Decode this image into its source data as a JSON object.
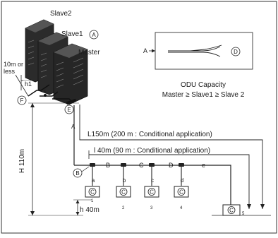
{
  "units": {
    "slave2": "Slave2",
    "slave1": "Slave1",
    "master": "Master",
    "marker": "A"
  },
  "labels": {
    "left_top": "10m or",
    "left_bottom": "less",
    "h1": "h1",
    "h_label": "H 110m",
    "h_small": "h 40m"
  },
  "markers": {
    "F": "F",
    "E": "E",
    "e_small": "E",
    "A": "A",
    "B": "B",
    "C": "C",
    "D": "D",
    "e_lower": "e",
    "a": "a",
    "b": "b",
    "c": "c",
    "d": "d",
    "circle_B": "B",
    "circle_C": "C"
  },
  "pipes": {
    "L150": "L150m (200 m : Conditional application)",
    "l40": "l 40m (90 m : Conditional application)"
  },
  "inset": {
    "pointer": "A",
    "marker": "D"
  },
  "capacity": {
    "title": "ODU Capacity",
    "formula": "Master ≥ Slave1 ≥ Slave 2"
  },
  "indoor": {
    "numbers": [
      "1",
      "2",
      "3",
      "4",
      "5"
    ]
  }
}
